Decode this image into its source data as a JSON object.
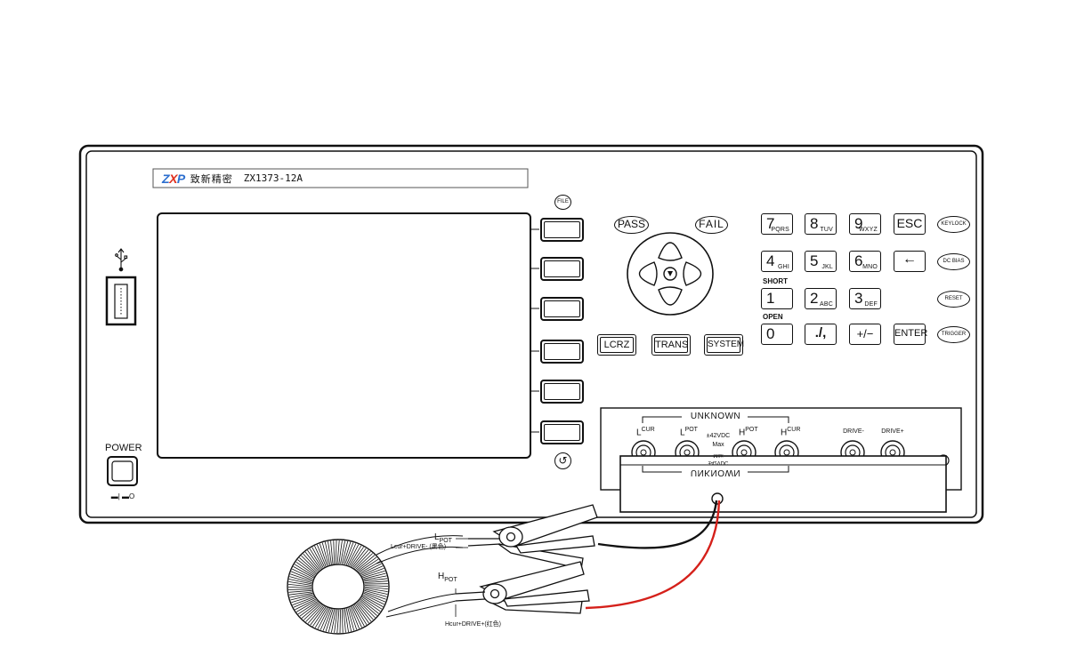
{
  "panel": {
    "logo_text": "ZXP",
    "brand_cn": "致新精密",
    "model": "ZX1373-12A",
    "file_label": "FILE",
    "power_label": "POWER",
    "power_state": "▬| ▬O"
  },
  "status": {
    "pass": "PASS",
    "fail": "FAIL"
  },
  "mode_buttons": [
    "LCRZ",
    "TRANS",
    "SYSTEM"
  ],
  "keypad": {
    "rows": [
      [
        {
          "d": "7",
          "s": "PQRS"
        },
        {
          "d": "8",
          "s": "TUV"
        },
        {
          "d": "9",
          "s": "WXYZ"
        },
        {
          "w": "ESC"
        }
      ],
      [
        {
          "d": "4",
          "s": "GHI"
        },
        {
          "d": "5",
          "s": "JKL"
        },
        {
          "d": "6",
          "s": "MNO"
        },
        {
          "w": "←"
        }
      ],
      [
        {
          "d": "1",
          "s": ""
        },
        {
          "d": "2",
          "s": "ABC"
        },
        {
          "d": "3",
          "s": "DEF"
        }
      ],
      [
        {
          "d": "0",
          "s": ""
        },
        {
          "w": "./,"
        },
        {
          "w": "+/−"
        },
        {
          "w": "ENTER"
        }
      ]
    ],
    "short_label": "SHORT",
    "open_label": "OPEN"
  },
  "side_buttons": [
    "KEYLOCK",
    "DC BIAS",
    "RESET",
    "TRIGGER"
  ],
  "terminals": {
    "unknown_label": "UNKNOWN",
    "lcur": "L",
    "lcur_sub": "CUR",
    "lpot": "L",
    "lpot_sub": "POT",
    "hpot": "H",
    "hpot_sub": "POT",
    "hcur": "H",
    "hcur_sub": "CUR",
    "max_voltage": "±42VDC",
    "max_label": "Max",
    "drive_minus": "DRIVE-",
    "drive_plus": "DRIVE+"
  },
  "fixture": {
    "mirror_label": "UNKNOWN",
    "mirror_voltage": "±42VDC",
    "mirror_max": "Max"
  },
  "wiring": {
    "l_label": "L",
    "l_sub": "POT",
    "l_desc": "Lcur+DRIVE- (黑色)",
    "h_label": "H",
    "h_sub": "POT",
    "h_desc": "Hcur+DRIVE+(红色)"
  },
  "colors": {
    "accent": "#e0301e",
    "logo_blue": "#2d6fcf",
    "wire_red": "#d5201a",
    "wire_black": "#111111"
  }
}
